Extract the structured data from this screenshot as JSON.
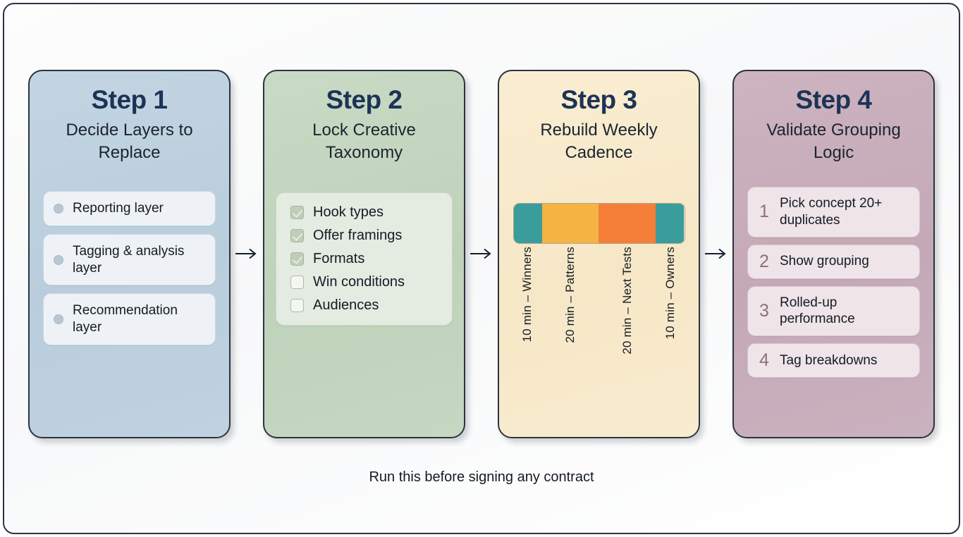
{
  "footer": {
    "text": "Run this before signing any contract"
  },
  "arrow_icon": "arrow-right-icon",
  "colors": {
    "card1": "#bdd0de",
    "card2": "#c3d4bf",
    "card3": "#f6e8c8",
    "card4": "#c8aebb",
    "title": "#1d3356",
    "teal": "#3a9d9b",
    "amber": "#f5b344",
    "orange": "#f57f38",
    "border": "#2b3440"
  },
  "steps": [
    {
      "title": "Step 1",
      "subtitle": "Decide Layers to Replace",
      "type": "chips",
      "items": [
        {
          "label": "Reporting layer"
        },
        {
          "label": "Tagging & analysis layer"
        },
        {
          "label": "Recommendation layer"
        }
      ]
    },
    {
      "title": "Step 2",
      "subtitle": "Lock Creative Taxonomy",
      "type": "checklist",
      "items": [
        {
          "label": "Hook types",
          "checked": true
        },
        {
          "label": "Offer framings",
          "checked": true
        },
        {
          "label": "Formats",
          "checked": true
        },
        {
          "label": "Win conditions",
          "checked": false
        },
        {
          "label": "Audiences",
          "checked": false
        }
      ]
    },
    {
      "title": "Step 3",
      "subtitle": "Rebuild Weekly Cadence",
      "type": "bar",
      "chart_data": {
        "type": "bar",
        "orientation": "horizontal-stacked",
        "title": "Rebuild Weekly Cadence",
        "categories": [
          "10 min – Winners",
          "20 min – Patterns",
          "20 min – Next Tests",
          "10 min – Owners"
        ],
        "values": [
          10,
          20,
          20,
          10
        ],
        "unit": "min",
        "total": 60,
        "colors": [
          "#3a9d9b",
          "#f5b344",
          "#f57f38",
          "#3a9d9b"
        ],
        "xlabel": "",
        "ylabel": "",
        "grid": false,
        "legend": "none"
      }
    },
    {
      "title": "Step 4",
      "subtitle": "Validate Grouping Logic",
      "type": "numbered",
      "items": [
        {
          "num": "1",
          "label": "Pick concept 20+ duplicates"
        },
        {
          "num": "2",
          "label": "Show grouping"
        },
        {
          "num": "3",
          "label": "Rolled-up performance"
        },
        {
          "num": "4",
          "label": "Tag breakdowns"
        }
      ]
    }
  ]
}
